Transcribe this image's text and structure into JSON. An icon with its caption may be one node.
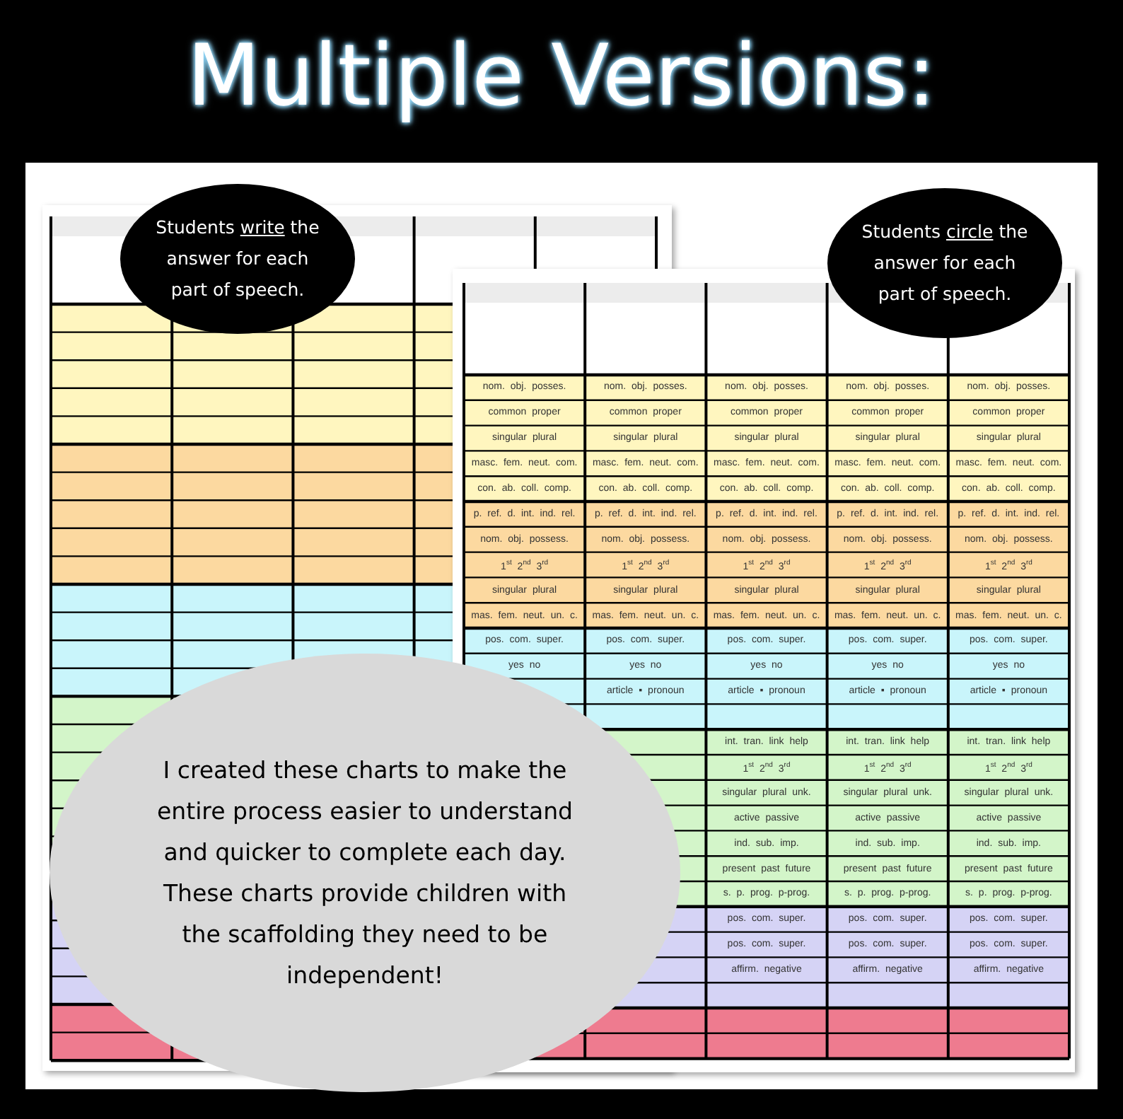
{
  "diagram": {
    "title": "Multiple Versions:",
    "nodes": [
      {
        "text": [
          "Students *write* the answer for each part of speech."
        ]
      },
      {
        "text": [
          "Students *circle* the answer for each part of speech."
        ]
      },
      {
        "text": [
          "I created these charts to make the entire process easier to understand and quicker to complete each day. These charts provide children with the scaffolding they need to be independent!"
        ]
      }
    ],
    "edges": [],
    "labels": [
      "nom. obj. posses.",
      "nom. obj. posses.",
      "nom. obj. posses.",
      "nom. obj. posses.",
      "nom. obj. posses.",
      "common proper",
      "common proper",
      "common proper",
      "common proper",
      "common proper",
      "singular plural",
      "singular plural",
      "singular plural",
      "singular plural",
      "singular plural",
      "masc. fem. neut. com.",
      "masc. fem. neut. com.",
      "masc. fem. neut. com.",
      "masc. fem. neut. com.",
      "masc. fem. neut. com.",
      "con. ab. coll. comp.",
      "con. ab. coll. comp.",
      "con. ab. coll. comp.",
      "con. ab. coll. comp.",
      "con. ab. coll. comp.",
      "p. ref. d. int. ind. rel.",
      "p. ref. d. int. ind. rel.",
      "p. ref. d. int. ind. rel.",
      "p. ref. d. int. ind. rel.",
      "p. ref. d. int. ind. rel.",
      "nom. obj. possess.",
      "nom. obj. possess.",
      "nom. obj. possess.",
      "nom. obj. possess.",
      "nom. obj. possess.",
      "1$^{st}$ 2$^{nd}$ 3$^{rd}$",
      "1$^{st}$ 2$^{nd}$ 3$^{rd}$",
      "1$^{st}$ 2$^{nd}$ 3$^{rd}$",
      "1$^{st}$ 2$^{nd}$ 3$^{rd}$",
      "1$^{st}$ 2$^{nd}$ 3$^{rd}$",
      "singular plural",
      "singular plural",
      "singular plural",
      "singular plural",
      "singular plural",
      "mas. fem. neut. un. c.",
      "mas. fem. neut. un. c.",
      "mas. fem. neut. un. c.",
      "mas. fem. neut. un. c.",
      "mas. fem. neut. un. c.",
      "pos. com. super.",
      "pos. com. super.",
      "pos. com. super.",
      "pos. com. super.",
      "pos. com. super.",
      "yes no",
      "yes no",
      "yes no",
      "yes no",
      "yes no",
      "article ▪ pronoun",
      "article ▪ pronoun",
      "article ▪ pronoun",
      "article ▪ pronoun",
      "int. tran. link help",
      "int. tran. link help",
      "int. tran. link help",
      "1$^{st}$ 2$^{nd}$ 3$^{rd}$",
      "1$^{st}$ 2$^{nd}$ 3$^{rd}$",
      "1$^{st}$ 2$^{nd}$ 3$^{rd}$",
      "singular plural unk.",
      "singular plural unk.",
      "singular plural unk.",
      "active passive",
      "active passive",
      "active passive",
      "ind. sub. imp.",
      "ind. sub. imp.",
      "ind. sub. imp.",
      "present past future",
      "present past future",
      "present past future",
      "s. p. prog. p-prog.",
      "s. p. prog. p-prog.",
      "s. p. prog. p-prog.",
      "pos. com. super.",
      "pos. com. super.",
      "pos. com. super.",
      "pos. com. super.",
      "pos. com. super.",
      "pos. com. super.",
      "affirm. negative",
      "affirm. negative",
      "affirm. negative"
    ]
  }
}
